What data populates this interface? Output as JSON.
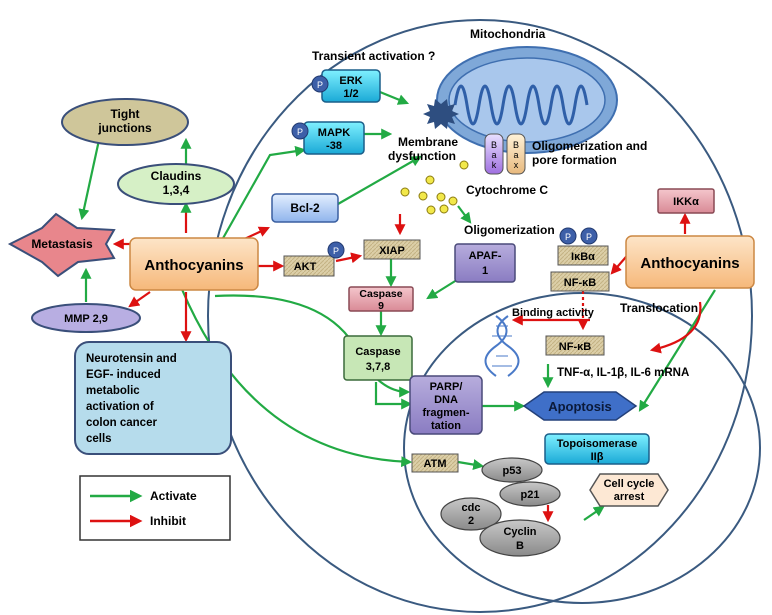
{
  "colors": {
    "activate": "#22aa44",
    "inhibit": "#dd1111",
    "cell_outline": "#3a5a80",
    "mitochondria": "#7fa8d8"
  },
  "labels": {
    "mitochondria": "Mitochondria",
    "transient": "Transient activation ?",
    "erk_1": "ERK",
    "erk_2": "1/2",
    "mapk_1": "MAPK",
    "mapk_2": "-38",
    "p": "P",
    "membrane_1": "Membrane",
    "membrane_2": "dysfunction",
    "oligo_pore_1": "Oligomerization and",
    "oligo_pore_2": "pore formation",
    "bak": [
      "B",
      "a",
      "k"
    ],
    "bax": [
      "B",
      "a",
      "x"
    ],
    "cytochrome": "Cytochrome C",
    "oligomerization": "Oligomerization",
    "bcl2": "Bcl-2",
    "tight_1": "Tight",
    "tight_2": "junctions",
    "claudins_1": "Claudins",
    "claudins_2": "1,3,4",
    "metastasis": "Metastasis",
    "anthocyanins_left": "Anthocyanins",
    "anthocyanins_right": "Anthocyanins",
    "mmp": "MMP 2,9",
    "neuro": [
      "Neurotensin and",
      "EGF- induced",
      "metabolic",
      "activation of",
      "colon cancer",
      "cells"
    ],
    "akt": "AKT",
    "xiap": "XIAP",
    "apaf_1": "APAF-",
    "apaf_2": "1",
    "casp9_1": "Caspase",
    "casp9_2": "9",
    "casp378_1": "Caspase",
    "casp378_2": "3,7,8",
    "parp": [
      "PARP/",
      "DNA",
      "fragmen-",
      "tation"
    ],
    "ikka": "IKKα",
    "ikbа": "IκBα",
    "nfkb_top": "NF-κB",
    "nfkb_nuc": "NF-κB",
    "translocation": "Translocation",
    "binding": "Binding activity",
    "tnf": "TNF-α, IL-1β, IL-6 mRNA",
    "apoptosis": "Apoptosis",
    "topo_1": "Topoisomerase",
    "topo_2": "IIβ",
    "atm": "ATM",
    "p53": "p53",
    "p21": "p21",
    "cdc_1": "cdc",
    "cdc_2": "2",
    "cyclin_1": "Cyclin",
    "cyclin_2": "B",
    "arrest_1": "Cell cycle",
    "arrest_2": "arrest"
  },
  "legend": {
    "activate": "Activate",
    "inhibit": "Inhibit"
  }
}
